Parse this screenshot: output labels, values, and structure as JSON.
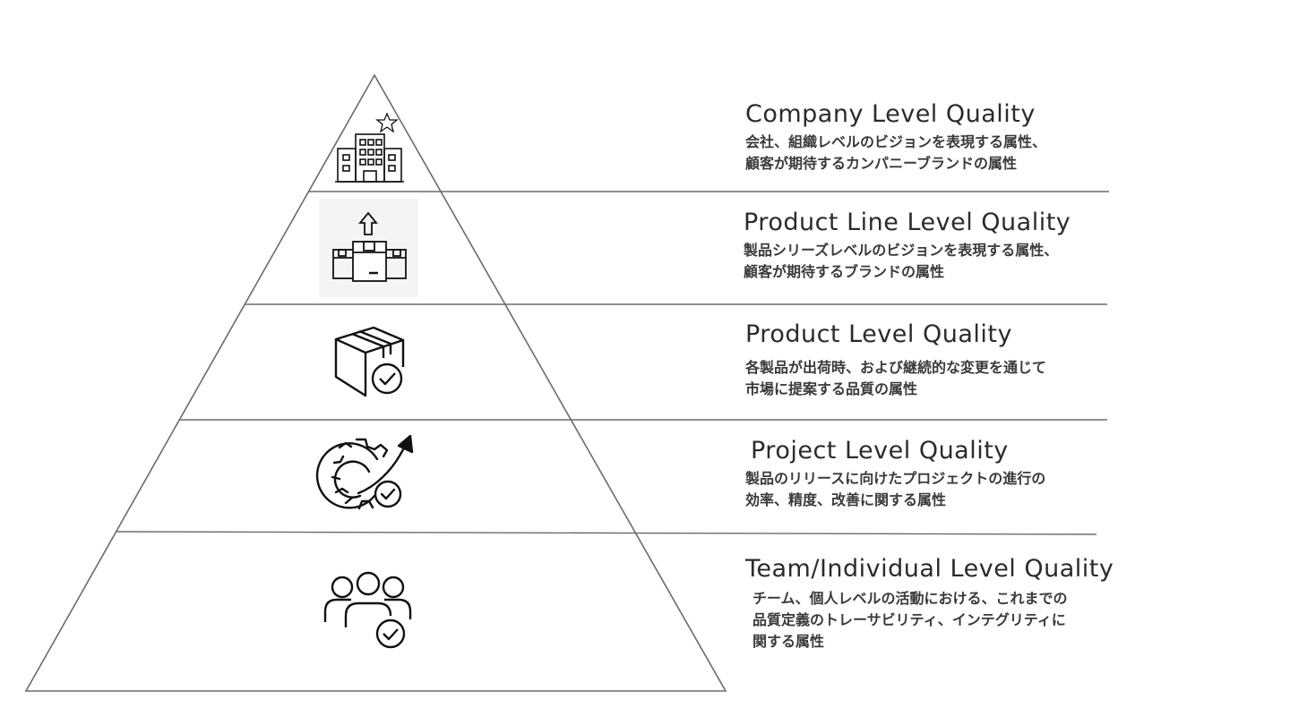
{
  "colors": {
    "line": "#6b6b6b",
    "icon": "#111111",
    "title": "#2b2b2b",
    "desc": "#3a3a3a",
    "background": "#ffffff"
  },
  "levels": [
    {
      "title": "Company Level Quality",
      "desc": [
        "会社、組織レベルのビジョンを表現する属性、",
        "顧客が期待するカンパニーブランドの属性"
      ],
      "icon": "office-building-star-icon"
    },
    {
      "title": "Product Line Level Quality",
      "desc": [
        "製品シリーズレベルのビジョンを表現する属性、",
        "顧客が期待するブランドの属性"
      ],
      "icon": "boxes-up-arrow-icon"
    },
    {
      "title": "Product Level Quality",
      "desc": [
        "各製品が出荷時、および継続的な変更を通じて",
        "市場に提案する品質の属性"
      ],
      "icon": "package-check-icon"
    },
    {
      "title": "Project Level Quality",
      "desc": [
        "製品のリリースに向けたプロジェクトの進行の",
        "効率、精度、改善に関する属性"
      ],
      "icon": "gear-growth-check-icon"
    },
    {
      "title": "Team/Individual Level Quality",
      "desc": [
        "チーム、個人レベルの活動における、これまでの",
        "品質定義のトレーサビリティ、インテグリティに",
        "関する属性"
      ],
      "icon": "team-check-icon"
    }
  ]
}
